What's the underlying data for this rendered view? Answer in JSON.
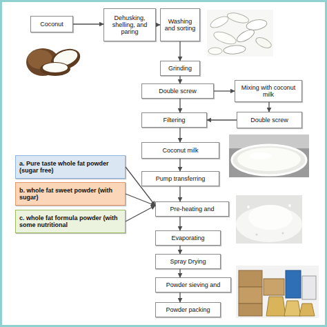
{
  "diagram": {
    "nodes": [
      {
        "text": [
          "Coconut"
        ]
      },
      {
        "text": [
          "Dehusking, shelling, and paring"
        ]
      },
      {
        "text": [
          "Washing and sorting"
        ]
      },
      {
        "text": [
          "Grinding"
        ]
      },
      {
        "text": [
          "Double screw"
        ]
      },
      {
        "text": [
          "Mixing with coconut milk"
        ]
      },
      {
        "text": [
          "Double screw"
        ]
      },
      {
        "text": [
          "Filtering"
        ]
      },
      {
        "text": [
          "Coconut milk"
        ]
      },
      {
        "text": [
          "Pump transferring"
        ]
      },
      {
        "text": [
          "a. Pure taste whole fat powder (sugar free)"
        ]
      },
      {
        "text": [
          "b. whole fat sweet powder (with sugar)"
        ]
      },
      {
        "text": [
          "c. whole fat formula powder (with some nutritional"
        ]
      },
      {
        "text": [
          "Pre-heating and"
        ]
      },
      {
        "text": [
          "Evaporating"
        ]
      },
      {
        "text": [
          "Spray Drying"
        ]
      },
      {
        "text": [
          "Powder sieving and"
        ]
      },
      {
        "text": [
          "Powder packing"
        ]
      }
    ],
    "edges": [
      {
        "from": 0,
        "to": 1,
        "arrow": "to"
      },
      {
        "from": 1,
        "to": 2,
        "arrow": "to"
      },
      {
        "from": 2,
        "to": 3,
        "arrow": "to"
      },
      {
        "from": 3,
        "to": 4,
        "arrow": "to"
      },
      {
        "from": 4,
        "to": 5,
        "arrow": "to"
      },
      {
        "from": 5,
        "to": 6,
        "arrow": "to"
      },
      {
        "from": 4,
        "to": 7,
        "arrow": "to"
      },
      {
        "from": 6,
        "to": 7,
        "arrow": "to"
      },
      {
        "from": 7,
        "to": 8,
        "arrow": "to"
      },
      {
        "from": 8,
        "to": 9,
        "arrow": "to"
      },
      {
        "from": 9,
        "to": 13,
        "arrow": "to"
      },
      {
        "from": 10,
        "to": 13,
        "arrow": "to"
      },
      {
        "from": 11,
        "to": 13,
        "arrow": "to"
      },
      {
        "from": 12,
        "to": 13,
        "arrow": "to"
      },
      {
        "from": 13,
        "to": 14,
        "arrow": "to"
      },
      {
        "from": 14,
        "to": 15,
        "arrow": "to"
      },
      {
        "from": 15,
        "to": 16,
        "arrow": "to"
      },
      {
        "from": 16,
        "to": 17,
        "arrow": "to"
      }
    ]
  }
}
